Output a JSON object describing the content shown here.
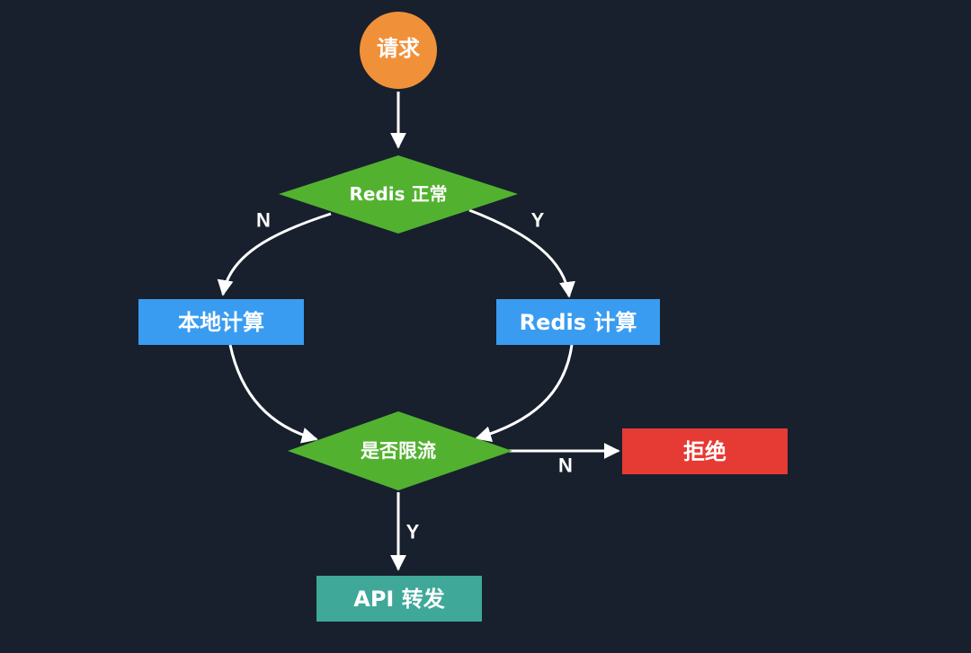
{
  "diagram": {
    "type": "flowchart",
    "colors": {
      "background": "#18202d",
      "start": "#f0913a",
      "decision": "#52b230",
      "process": "#3a9cf0",
      "reject": "#e63a35",
      "forward": "#3fa899",
      "edge": "#ffffff",
      "text": "#ffffff"
    },
    "nodes": {
      "request": {
        "label": "请求",
        "shape": "circle",
        "color_key": "start"
      },
      "redis_ok": {
        "label": "Redis 正常",
        "shape": "diamond",
        "color_key": "decision"
      },
      "local_calc": {
        "label": "本地计算",
        "shape": "rect",
        "color_key": "process"
      },
      "redis_calc": {
        "label": "Redis 计算",
        "shape": "rect",
        "color_key": "process"
      },
      "rate_limited": {
        "label": "是否限流",
        "shape": "diamond",
        "color_key": "decision"
      },
      "reject": {
        "label": "拒绝",
        "shape": "rect",
        "color_key": "reject"
      },
      "api_forward": {
        "label": "API 转发",
        "shape": "rect",
        "color_key": "forward"
      }
    },
    "edges": [
      {
        "from": "request",
        "to": "redis_ok",
        "label": ""
      },
      {
        "from": "redis_ok",
        "to": "local_calc",
        "label": "N"
      },
      {
        "from": "redis_ok",
        "to": "redis_calc",
        "label": "Y"
      },
      {
        "from": "local_calc",
        "to": "rate_limited",
        "label": ""
      },
      {
        "from": "redis_calc",
        "to": "rate_limited",
        "label": ""
      },
      {
        "from": "rate_limited",
        "to": "reject",
        "label": "N"
      },
      {
        "from": "rate_limited",
        "to": "api_forward",
        "label": "Y"
      }
    ]
  }
}
